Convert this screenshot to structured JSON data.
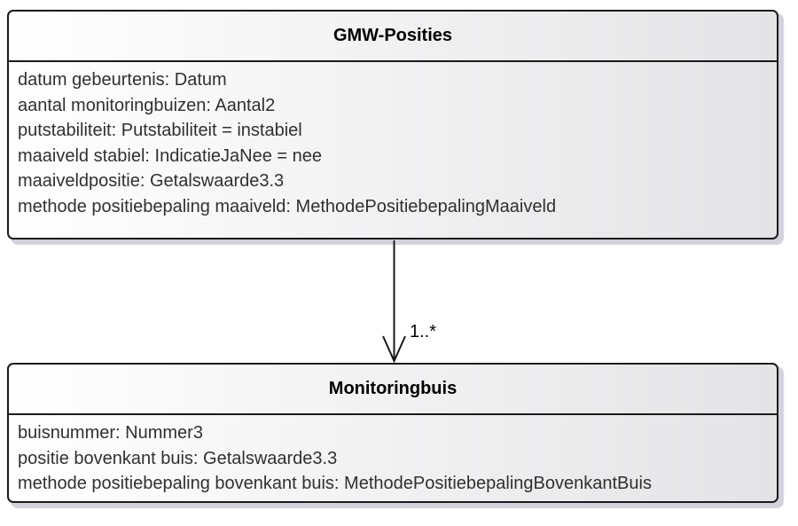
{
  "diagram": {
    "type": "uml-class-diagram",
    "classes": [
      {
        "name": "GMW-Posities",
        "attributes": [
          "datum gebeurtenis: Datum",
          "aantal monitoringbuizen: Aantal2",
          "putstabiliteit: Putstabiliteit = instabiel",
          "maaiveld stabiel: IndicatieJaNee = nee",
          "maaiveldpositie: Getalswaarde3.3",
          "methode positiebepaling maaiveld: MethodePositiebepalingMaaiveld"
        ]
      },
      {
        "name": "Monitoringbuis",
        "attributes": [
          "buisnummer: Nummer3",
          "positie bovenkant buis: Getalswaarde3.3",
          "methode positiebepaling bovenkant buis: MethodePositiebepalingBovenkantBuis"
        ]
      }
    ],
    "association": {
      "from": "GMW-Posities",
      "to": "Monitoringbuis",
      "target_multiplicity": "1..*",
      "arrow_style": "open-arrowhead"
    },
    "colors": {
      "box_border": "#1a1a1a",
      "box_fill_left": "#ffffff",
      "box_fill_right": "#e4e4e6",
      "shadow": "#d2d2dc",
      "title_text": "#000000",
      "attribute_text": "#303030",
      "connector_line": "#1a1a1a",
      "background": "#ffffff"
    }
  }
}
